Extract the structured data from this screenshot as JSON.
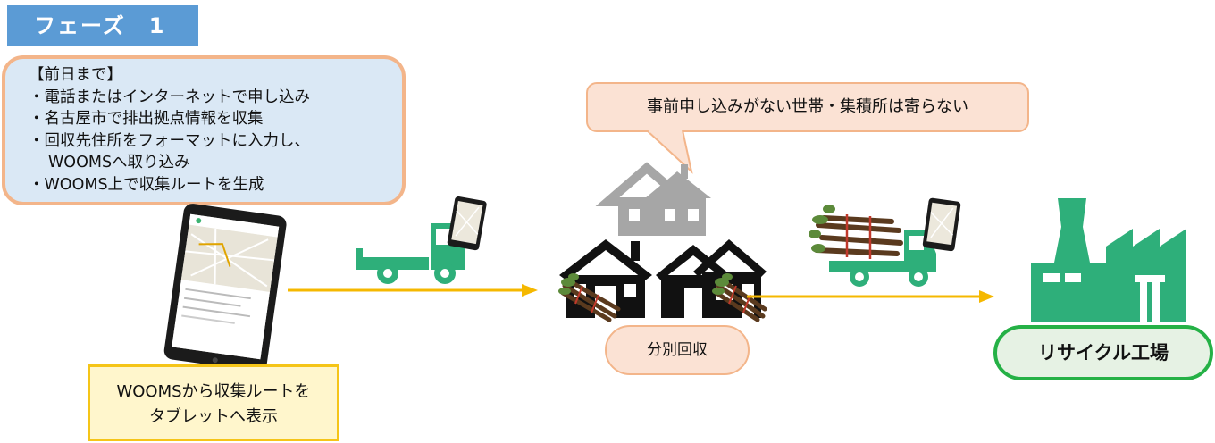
{
  "phase": {
    "label": "フェーズ　1"
  },
  "preparation": {
    "title": "【前日まで】",
    "items": [
      "・電話またはインターネットで申し込み",
      "・名古屋市で排出拠点情報を収集",
      "・回収先住所をフォーマットに入力し、",
      "WOOMSへ取り込み",
      "・WOOMS上で収集ルートを生成"
    ]
  },
  "callout": {
    "text": "事前申し込みがない世帯・集積所は寄らない"
  },
  "tablet_caption": {
    "line1": "WOOMSから収集ルートを",
    "line2": "タブレットへ表示"
  },
  "collection": {
    "label": "分別回収"
  },
  "factory": {
    "label": "リサイクル工場"
  },
  "colors": {
    "truck": "#2eaf7a",
    "arrow": "#f5b800",
    "house_gray": "#a6a6a6",
    "factory": "#2eaf7a",
    "phase_bg": "#5b9bd5"
  },
  "icons": [
    "tablet-icon",
    "truck-icon",
    "house-icon",
    "branches-icon",
    "factory-icon",
    "arrow-right-icon"
  ]
}
